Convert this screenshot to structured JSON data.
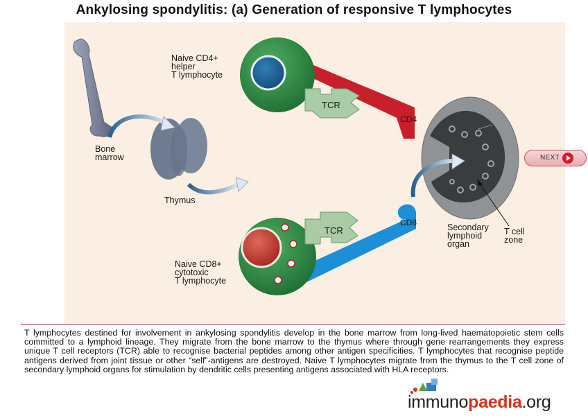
{
  "title": "Ankylosing spondylitis: (a) Generation of responsive T lymphocytes",
  "labels": {
    "cd4_cell": "Naive CD4+\nhelper\nT lymphocyte",
    "tcr_top": "TCR",
    "cd4": "CD4",
    "bone_marrow": "Bone\nmarrow",
    "thymus": "Thymus",
    "tcr_bottom": "TCR",
    "cd8": "CD8",
    "secondary_organ": "Secondary\nlymphoid\norgan",
    "t_cell_zone": "T cell\nzone",
    "cd8_cell": "Naive CD8+\ncytotoxic\nT lymphocyte"
  },
  "nav": {
    "next_label": "NEXT"
  },
  "description": "T lymphocytes destined for involvement in ankylosing spondylitis develop in the bone marrow from long-lived haematopoietic stem cells committed to a lymphoid lineage. They migrate from the bone marrow to the thymus where through gene rearrangements they express unique T cell receptors (TCR) able to recognise bacterial peptides among other antigen specificities. T lymphocytes that recognise peptide antigens derived from joint tissue or other “self”-antigens are destroyed. Naive T lymphocytes migrate from the thymus to the T cell zone of secondary lymphoid organs for stimulation by dendritic cells presenting antigens associated with HLA receptors.",
  "logo": {
    "part1": "immuno",
    "part2": "paedia",
    "part3": ".org"
  },
  "colors": {
    "cd4_red": "#c8202a",
    "cd8_blue": "#1c8fd6",
    "cell_green": "#2f8c45",
    "tcr_green": "#a9cba6",
    "panel": "#fbeee2"
  }
}
